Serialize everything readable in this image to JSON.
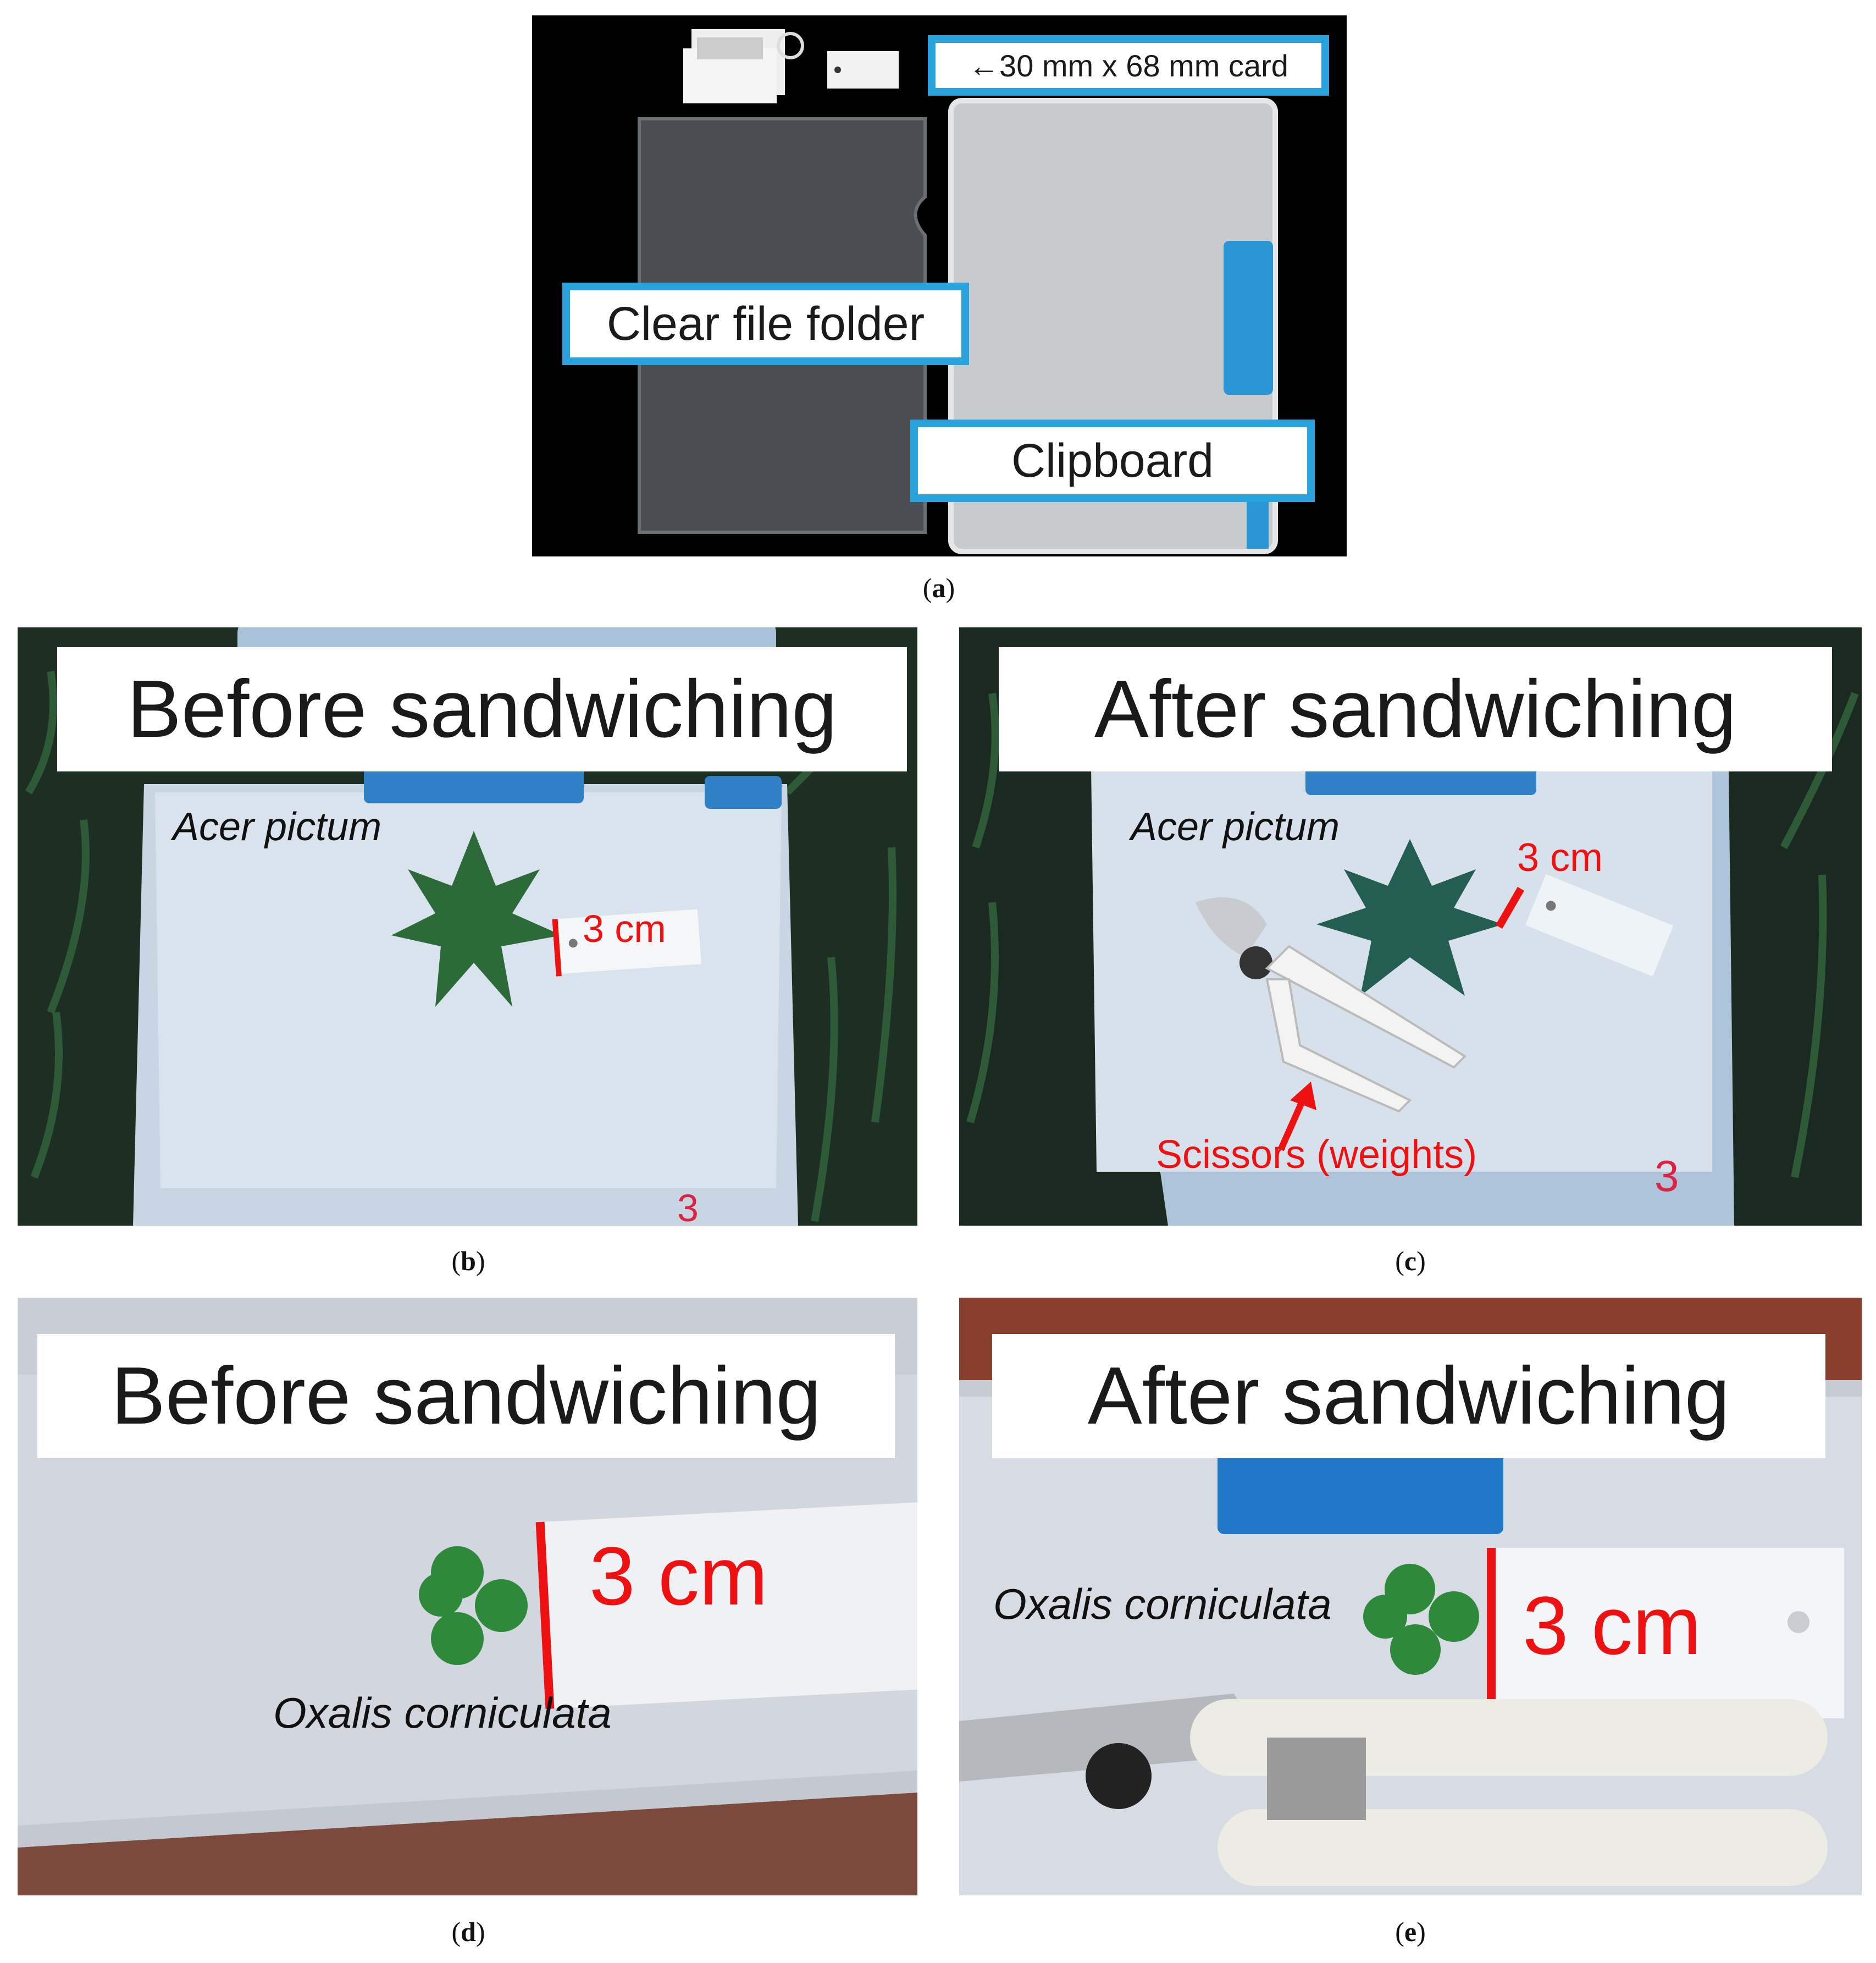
{
  "panel_a": {
    "caption": "a",
    "card_label": "←30 mm x 68 mm card",
    "folder_label": "Clear file folder",
    "clipboard_label": "Clipboard"
  },
  "panel_b": {
    "caption": "b",
    "heading": "Before sandwiching",
    "species": "Acer pictum",
    "scale_label": "3 cm"
  },
  "panel_c": {
    "caption": "c",
    "heading": "After sandwiching",
    "species": "Acer pictum",
    "scale_label": "3 cm",
    "weights_label": "Scissors (weights)"
  },
  "panel_d": {
    "caption": "d",
    "heading": "Before sandwiching",
    "species": "Oxalis corniculata",
    "scale_label": "3 cm"
  },
  "panel_e": {
    "caption": "e",
    "heading": "After sandwiching",
    "species": "Oxalis corniculata",
    "scale_label": "3 cm"
  },
  "colors": {
    "accent_blue": "#2aa3dc",
    "scale_red": "#ee1111"
  }
}
